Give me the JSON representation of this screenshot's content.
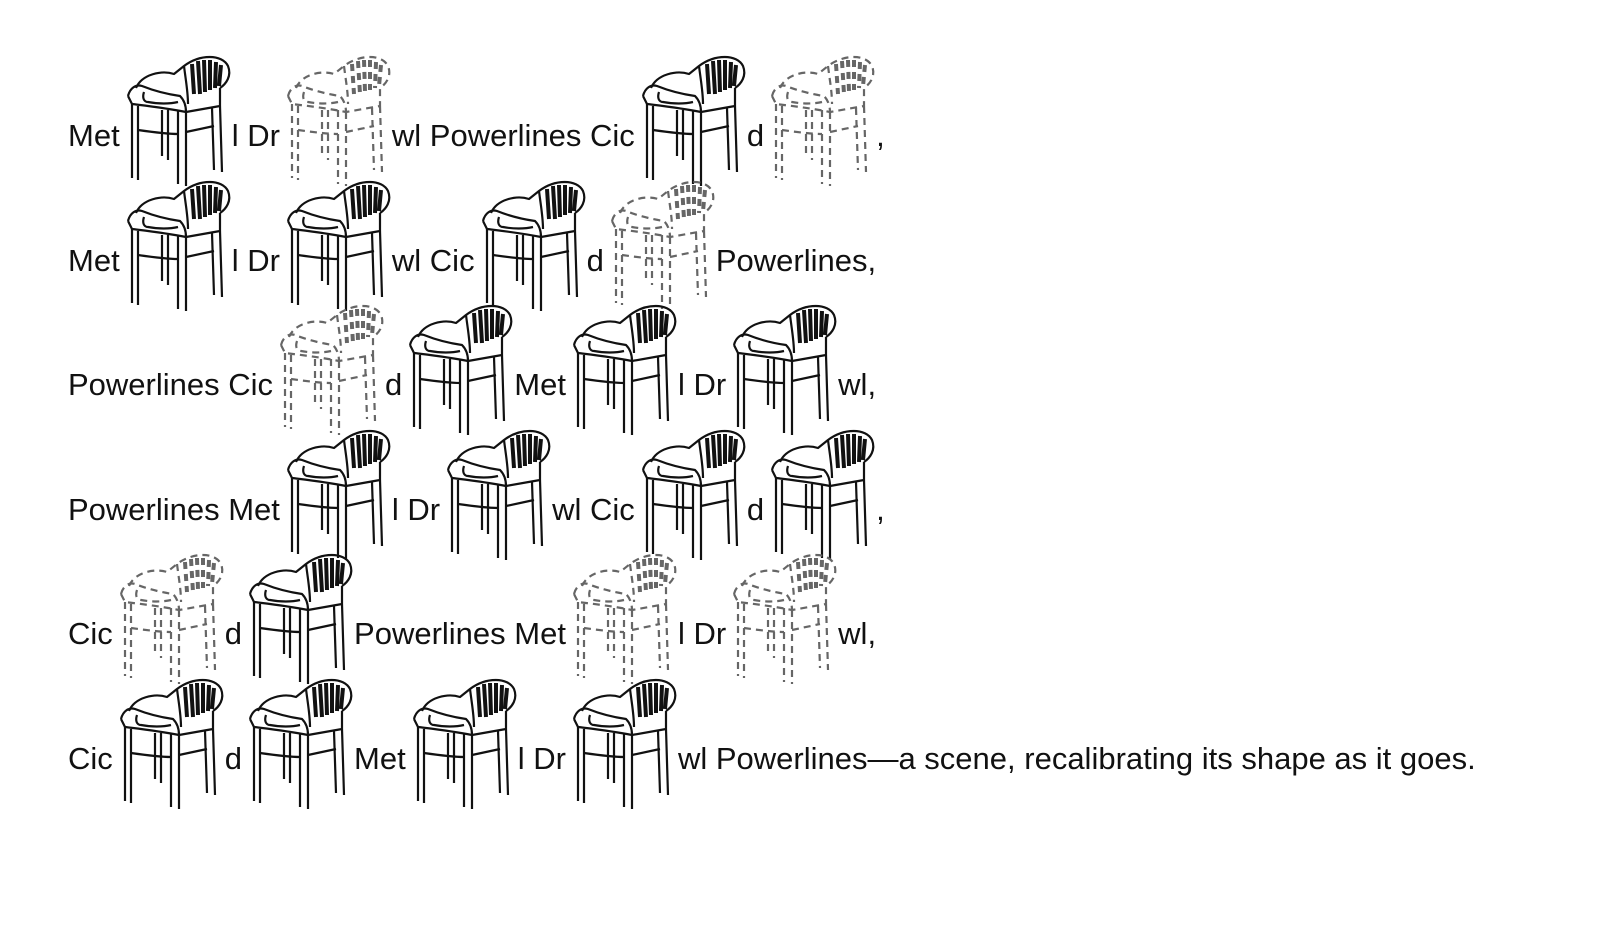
{
  "poem": {
    "lines": [
      [
        {
          "t": "Met"
        },
        {
          "chair": "solid"
        },
        {
          "t": "l Dr"
        },
        {
          "chair": "faded"
        },
        {
          "t": "wl Powerlines Cic"
        },
        {
          "chair": "solid"
        },
        {
          "t": "d"
        },
        {
          "chair": "faded"
        },
        {
          "t": ","
        }
      ],
      [
        {
          "t": "Met"
        },
        {
          "chair": "solid"
        },
        {
          "t": "l Dr"
        },
        {
          "chair": "solid"
        },
        {
          "t": "wl Cic"
        },
        {
          "chair": "solid"
        },
        {
          "t": "d"
        },
        {
          "chair": "faded"
        },
        {
          "t": "Powerlines,"
        }
      ],
      [
        {
          "t": "Powerlines Cic"
        },
        {
          "chair": "faded"
        },
        {
          "t": "d"
        },
        {
          "chair": "solid"
        },
        {
          "t": "Met"
        },
        {
          "chair": "solid"
        },
        {
          "t": "l Dr"
        },
        {
          "chair": "solid"
        },
        {
          "t": "wl,"
        }
      ],
      [
        {
          "t": "Powerlines Met"
        },
        {
          "chair": "solid"
        },
        {
          "t": "l Dr"
        },
        {
          "chair": "solid"
        },
        {
          "t": "wl Cic"
        },
        {
          "chair": "solid"
        },
        {
          "t": "d"
        },
        {
          "chair": "solid"
        },
        {
          "t": ","
        }
      ],
      [
        {
          "t": "Cic"
        },
        {
          "chair": "faded"
        },
        {
          "t": "d"
        },
        {
          "chair": "solid"
        },
        {
          "t": "Powerlines Met"
        },
        {
          "chair": "faded"
        },
        {
          "t": "l Dr"
        },
        {
          "chair": "faded"
        },
        {
          "t": "wl,"
        }
      ],
      [
        {
          "t": "Cic"
        },
        {
          "chair": "solid"
        },
        {
          "t": "d"
        },
        {
          "chair": "solid"
        },
        {
          "t": "Met"
        },
        {
          "chair": "solid"
        },
        {
          "t": "l Dr"
        },
        {
          "chair": "solid"
        },
        {
          "t": "wl Powerlines—a scene, recalibrating its shape as it goes."
        }
      ]
    ]
  }
}
